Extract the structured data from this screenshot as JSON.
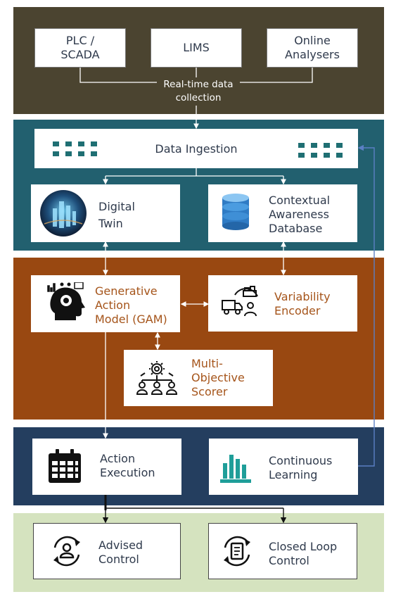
{
  "sources": {
    "plc": "PLC /\nSCADA",
    "lims": "LIMS",
    "online": "Online\nAnalysers",
    "collection": "Real-time data\ncollection"
  },
  "ingestion": {
    "title": "Data Ingestion",
    "twin": "Digital\nTwin",
    "database": "Contextual\nAwareness\nDatabase"
  },
  "modeling": {
    "gam": "Generative\nAction\nModel (GAM)",
    "encoder": "Variability\nEncoder",
    "scorer": "Multi-\nObjective\nScorer"
  },
  "execution": {
    "action": "Action\nExecution",
    "learning": "Continuous\nLearning"
  },
  "control": {
    "advised": "Advised\nControl",
    "closed": "Closed Loop\nControl"
  },
  "colors": {
    "sources_band": "#4b4430",
    "ingestion_band": "#22606f",
    "modeling_band": "#994811",
    "execution_band": "#243e5f",
    "control_band": "#d5e3bf",
    "accent_teal": "#1f6f73",
    "accent_orange": "#a5541a",
    "feedback_line": "#5b7fc4"
  }
}
